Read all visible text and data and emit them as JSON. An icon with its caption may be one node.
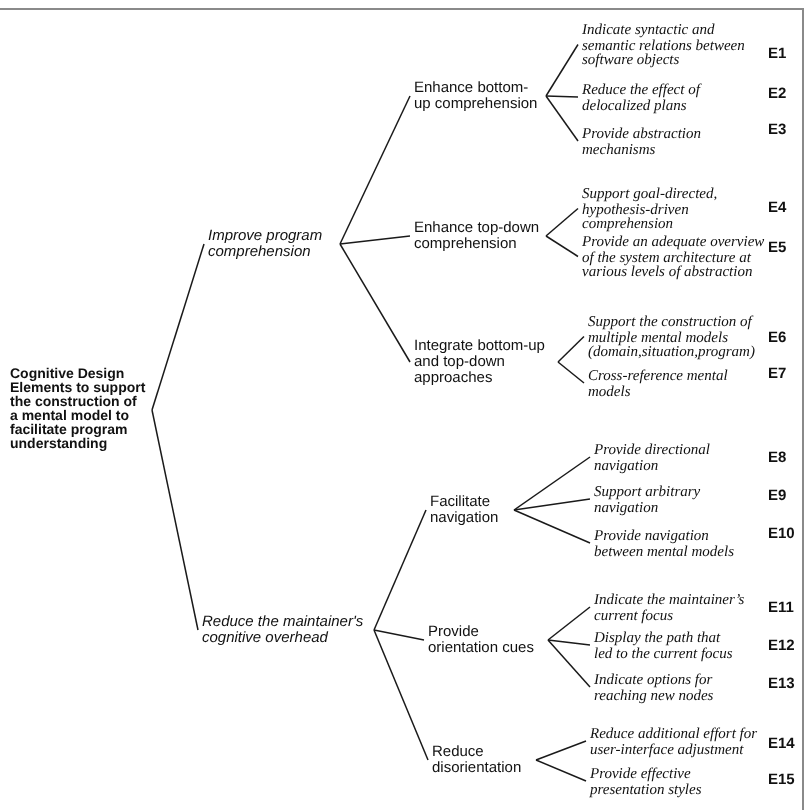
{
  "diagram": {
    "nodes": [
      {
        "text": [
          "Cognitive Design Elements to support the construction of a mental model to facilitate program understanding"
        ]
      },
      {
        "text": [
          "Improve program comprehension"
        ]
      },
      {
        "text": [
          "Enhance bottom-up comprehension"
        ]
      },
      {
        "text": [
          "Indicate syntactic and semantic relations between software objects"
        ]
      },
      {
        "text": [
          "Reduce the effect of delocalized plans"
        ]
      },
      {
        "text": [
          "Provide abstraction mechanisms"
        ]
      },
      {
        "text": [
          "Enhance top-down comprehension"
        ]
      },
      {
        "text": [
          "Support goal-directed, hypothesis-driven comprehension"
        ]
      },
      {
        "text": [
          "Provide an adequate overview of the system architecture at various levels of abstraction"
        ]
      },
      {
        "text": [
          "Integrate bottom-up and top-down approaches"
        ]
      },
      {
        "text": [
          "Support the construction of multiple mental models (domain,situation,program)"
        ]
      },
      {
        "text": [
          "Cross-reference mental models"
        ]
      },
      {
        "text": [
          "Reduce the maintainer's cognitive overhead"
        ]
      },
      {
        "text": [
          "Facilitate navigation"
        ]
      },
      {
        "text": [
          "Provide directional navigation"
        ]
      },
      {
        "text": [
          "Support arbitrary navigation"
        ]
      },
      {
        "text": [
          "Provide navigation between mental models"
        ]
      },
      {
        "text": [
          "Provide orientation cues"
        ]
      },
      {
        "text": [
          "Indicate the maintainer’s current focus"
        ]
      },
      {
        "text": [
          "Display the path that led to the current focus"
        ]
      },
      {
        "text": [
          "Indicate options for reaching new nodes"
        ]
      },
      {
        "text": [
          "Reduce disorientation"
        ]
      },
      {
        "text": [
          "Reduce additional effort for user-interface adjustment"
        ]
      },
      {
        "text": [
          "Provide effective presentation styles"
        ]
      }
    ],
    "edges": [
      {
        "from": 0,
        "to": 1,
        "arrow": "none"
      },
      {
        "from": 0,
        "to": 12,
        "arrow": "none"
      },
      {
        "from": 1,
        "to": 2,
        "arrow": "none"
      },
      {
        "from": 1,
        "to": 6,
        "arrow": "none"
      },
      {
        "from": 1,
        "to": 9,
        "arrow": "none"
      },
      {
        "from": 2,
        "to": 3,
        "arrow": "none"
      },
      {
        "from": 2,
        "to": 4,
        "arrow": "none"
      },
      {
        "from": 2,
        "to": 5,
        "arrow": "none"
      },
      {
        "from": 6,
        "to": 7,
        "arrow": "none"
      },
      {
        "from": 6,
        "to": 8,
        "arrow": "none"
      },
      {
        "from": 9,
        "to": 10,
        "arrow": "none"
      },
      {
        "from": 9,
        "to": 11,
        "arrow": "none"
      },
      {
        "from": 12,
        "to": 13,
        "arrow": "none"
      },
      {
        "from": 12,
        "to": 17,
        "arrow": "none"
      },
      {
        "from": 12,
        "to": 21,
        "arrow": "none"
      },
      {
        "from": 13,
        "to": 14,
        "arrow": "none"
      },
      {
        "from": 13,
        "to": 15,
        "arrow": "none"
      },
      {
        "from": 13,
        "to": 16,
        "arrow": "none"
      },
      {
        "from": 17,
        "to": 18,
        "arrow": "none"
      },
      {
        "from": 17,
        "to": 19,
        "arrow": "none"
      },
      {
        "from": 17,
        "to": 20,
        "arrow": "none"
      },
      {
        "from": 21,
        "to": 22,
        "arrow": "none"
      },
      {
        "from": 21,
        "to": 23,
        "arrow": "none"
      }
    ],
    "labels": [
      "E1",
      "E2",
      "E3",
      "E4",
      "E5",
      "E6",
      "E7",
      "E8",
      "E9",
      "E10",
      "E11",
      "E12",
      "E13",
      "E14",
      "E15"
    ]
  }
}
